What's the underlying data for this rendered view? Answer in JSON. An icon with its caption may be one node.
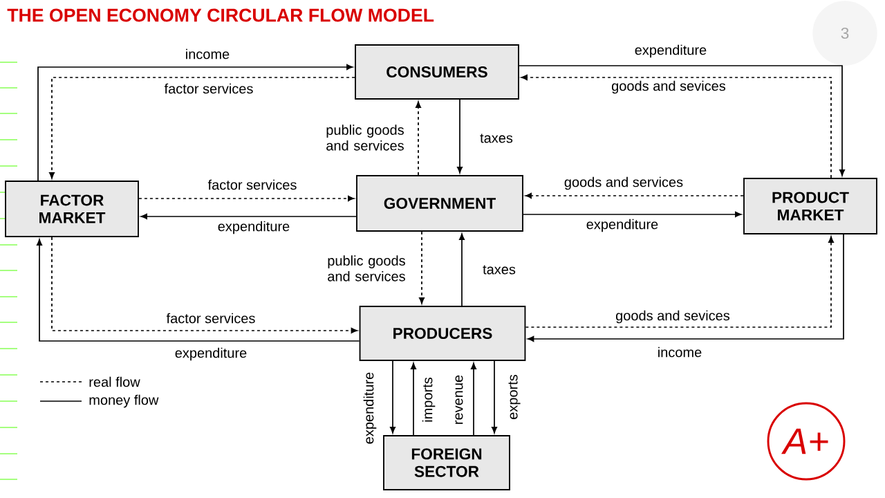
{
  "diagram": {
    "title": "THE OPEN ECONOMY CIRCULAR FLOW MODEL",
    "nodes": [
      {
        "text": [
          "CONSUMERS"
        ]
      },
      {
        "text": [
          "FACTOR MARKET"
        ]
      },
      {
        "text": [
          "GOVERNMENT"
        ]
      },
      {
        "text": [
          "PRODUCT MARKET"
        ]
      },
      {
        "text": [
          "PRODUCERS"
        ]
      },
      {
        "text": [
          "FOREIGN SECTOR"
        ]
      },
      {
        "text": [
          "A+"
        ]
      }
    ],
    "edges": [
      {
        "from": 1,
        "to": 0,
        "arrow": "to",
        "label": "income"
      },
      {
        "from": 0,
        "to": 1,
        "arrow": "to",
        "label": "factor services",
        "style": "dashed"
      },
      {
        "from": 0,
        "to": 3,
        "arrow": "to",
        "label": "expenditure"
      },
      {
        "from": 3,
        "to": 0,
        "arrow": "to",
        "label": "goods and sevices",
        "style": "dashed"
      },
      {
        "from": 2,
        "to": 0,
        "arrow": "to",
        "label": "public goods and services",
        "style": "dashed"
      },
      {
        "from": 0,
        "to": 2,
        "arrow": "to",
        "label": "taxes"
      },
      {
        "from": 1,
        "to": 2,
        "arrow": "to",
        "label": "factor services",
        "style": "dashed"
      },
      {
        "from": 2,
        "to": 1,
        "arrow": "to",
        "label": "expenditure"
      },
      {
        "from": 3,
        "to": 2,
        "arrow": "to",
        "label": "goods and services",
        "style": "dashed"
      },
      {
        "from": 2,
        "to": 3,
        "arrow": "to",
        "label": "expenditure"
      },
      {
        "from": 2,
        "to": 4,
        "arrow": "to",
        "label": "public goods and services",
        "style": "dashed"
      },
      {
        "from": 4,
        "to": 2,
        "arrow": "to",
        "label": "taxes"
      },
      {
        "from": 1,
        "to": 4,
        "arrow": "to",
        "label": "factor services",
        "style": "dashed"
      },
      {
        "from": 4,
        "to": 1,
        "arrow": "to",
        "label": "expenditure"
      },
      {
        "from": 4,
        "to": 3,
        "arrow": "to",
        "label": "goods and sevices",
        "style": "dashed"
      },
      {
        "from": 3,
        "to": 4,
        "arrow": "to",
        "label": "income"
      },
      {
        "from": 4,
        "to": 5,
        "arrow": "to",
        "label": "expenditure"
      },
      {
        "from": 5,
        "to": 4,
        "arrow": "to",
        "label": "imports"
      },
      {
        "from": 5,
        "to": 4,
        "arrow": "to",
        "label": "revenue"
      },
      {
        "from": 4,
        "to": 5,
        "arrow": "to",
        "label": "exports"
      }
    ],
    "labels": [
      "3"
    ],
    "legend": [
      {
        "text": "real flow"
      },
      {
        "text": "money flow"
      }
    ]
  }
}
